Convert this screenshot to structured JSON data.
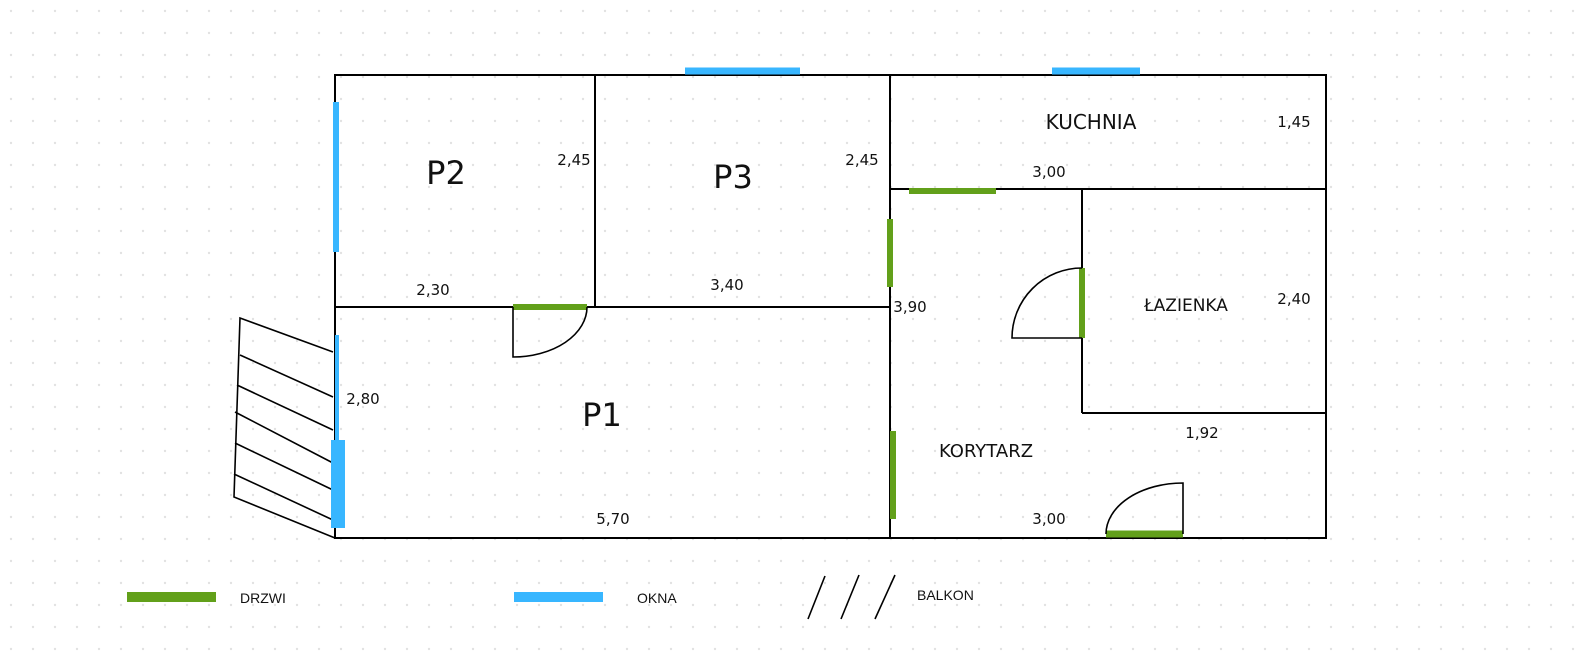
{
  "rooms": {
    "p1": "P1",
    "p2": "P2",
    "p3": "P3",
    "kitchen": "KUCHNIA",
    "bathroom": "ŁAZIENKA",
    "corridor": "KORYTARZ"
  },
  "dimensions": {
    "p2_height": "2,45",
    "p3_height": "2,45",
    "kitchen_height": "1,45",
    "kitchen_width": "3,00",
    "p2_width": "2,30",
    "p3_width": "3,40",
    "corridor_height": "3,90",
    "bathroom_height": "2,40",
    "p1_height": "2,80",
    "bathroom_width": "1,92",
    "p1_width": "5,70",
    "corridor_width": "3,00"
  },
  "legend": {
    "doors": "DRZWI",
    "windows": "OKNA",
    "balcony": "BALKON"
  },
  "colors": {
    "door": "#62a01a",
    "window": "#38b6ff"
  }
}
